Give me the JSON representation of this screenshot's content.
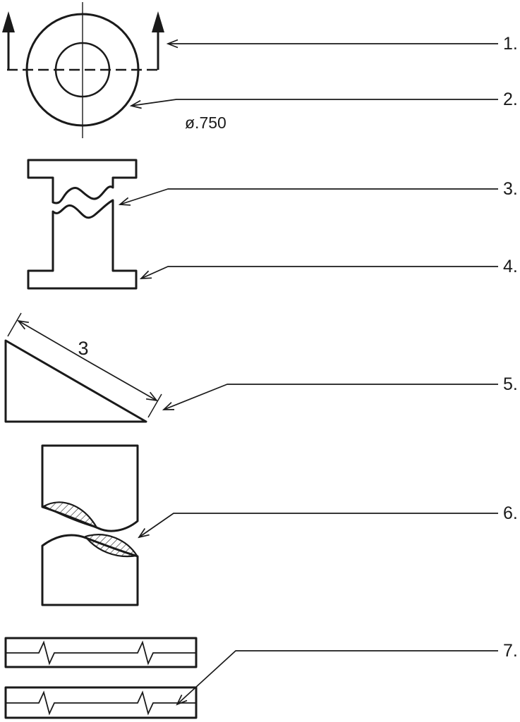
{
  "drawing": {
    "callouts": [
      "1.",
      "2.",
      "3.",
      "4.",
      "5.",
      "6.",
      "7."
    ],
    "dimensions": {
      "diameter": "ø.750",
      "wedge_length": "3"
    },
    "colors": {
      "line": "#1a1a1a",
      "background": "#ffffff"
    }
  }
}
